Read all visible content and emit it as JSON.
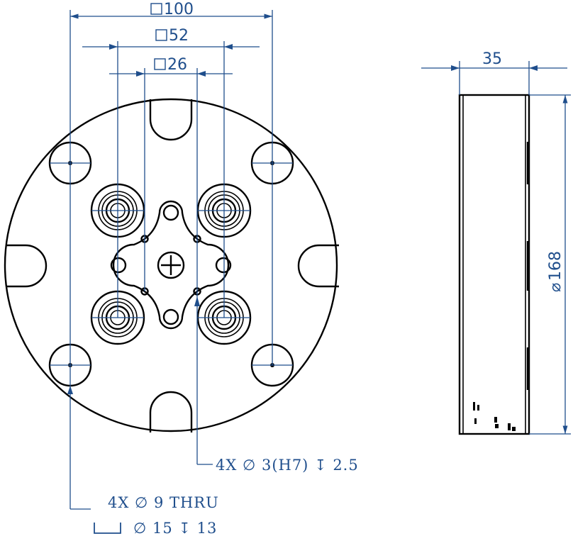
{
  "dimensions": {
    "square_100": "100",
    "square_52": "52",
    "square_26": "26",
    "thickness": "35",
    "diameter": "168"
  },
  "notes": {
    "dowel_holes": "4X  ∅  3(H7)  ↧  2.5",
    "thru_holes": "4X  ∅  9  THRU",
    "counterbore": "∅  15  ↧  13"
  },
  "symbols": {
    "square": "square-symbol",
    "diameter": "diameter-symbol",
    "depth": "depth-symbol",
    "counterbore": "counterbore-symbol"
  },
  "colors": {
    "part_line": "#000000",
    "dimension_line": "#1f4e8c"
  }
}
